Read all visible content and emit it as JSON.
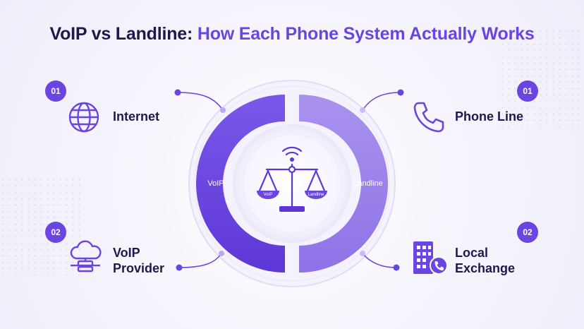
{
  "title": {
    "part1": "VoIP vs Landline:",
    "part2": "How Each Phone System Actually Works"
  },
  "colors": {
    "accent": "#6a45e0",
    "accent_light": "#9b85ea",
    "dark_text": "#1c1a4b",
    "background": "#f3f1fb"
  },
  "left": {
    "items": [
      {
        "number": "01",
        "label_lines": [
          "Internet"
        ],
        "icon": "globe-icon"
      },
      {
        "number": "02",
        "label_lines": [
          "VoIP",
          "Provider"
        ],
        "icon": "cloud-server-icon"
      }
    ]
  },
  "right": {
    "items": [
      {
        "number": "01",
        "label_lines": [
          "Phone Line"
        ],
        "icon": "phone-icon"
      },
      {
        "number": "02",
        "label_lines": [
          "Local",
          "Exchange"
        ],
        "icon": "building-phone-icon"
      }
    ]
  },
  "center": {
    "left_arc_label": "VoIP",
    "right_arc_label": "Landline",
    "scale_left_pan": "VoIP",
    "scale_right_pan": "Landline",
    "icon": "balance-scale-icon"
  }
}
